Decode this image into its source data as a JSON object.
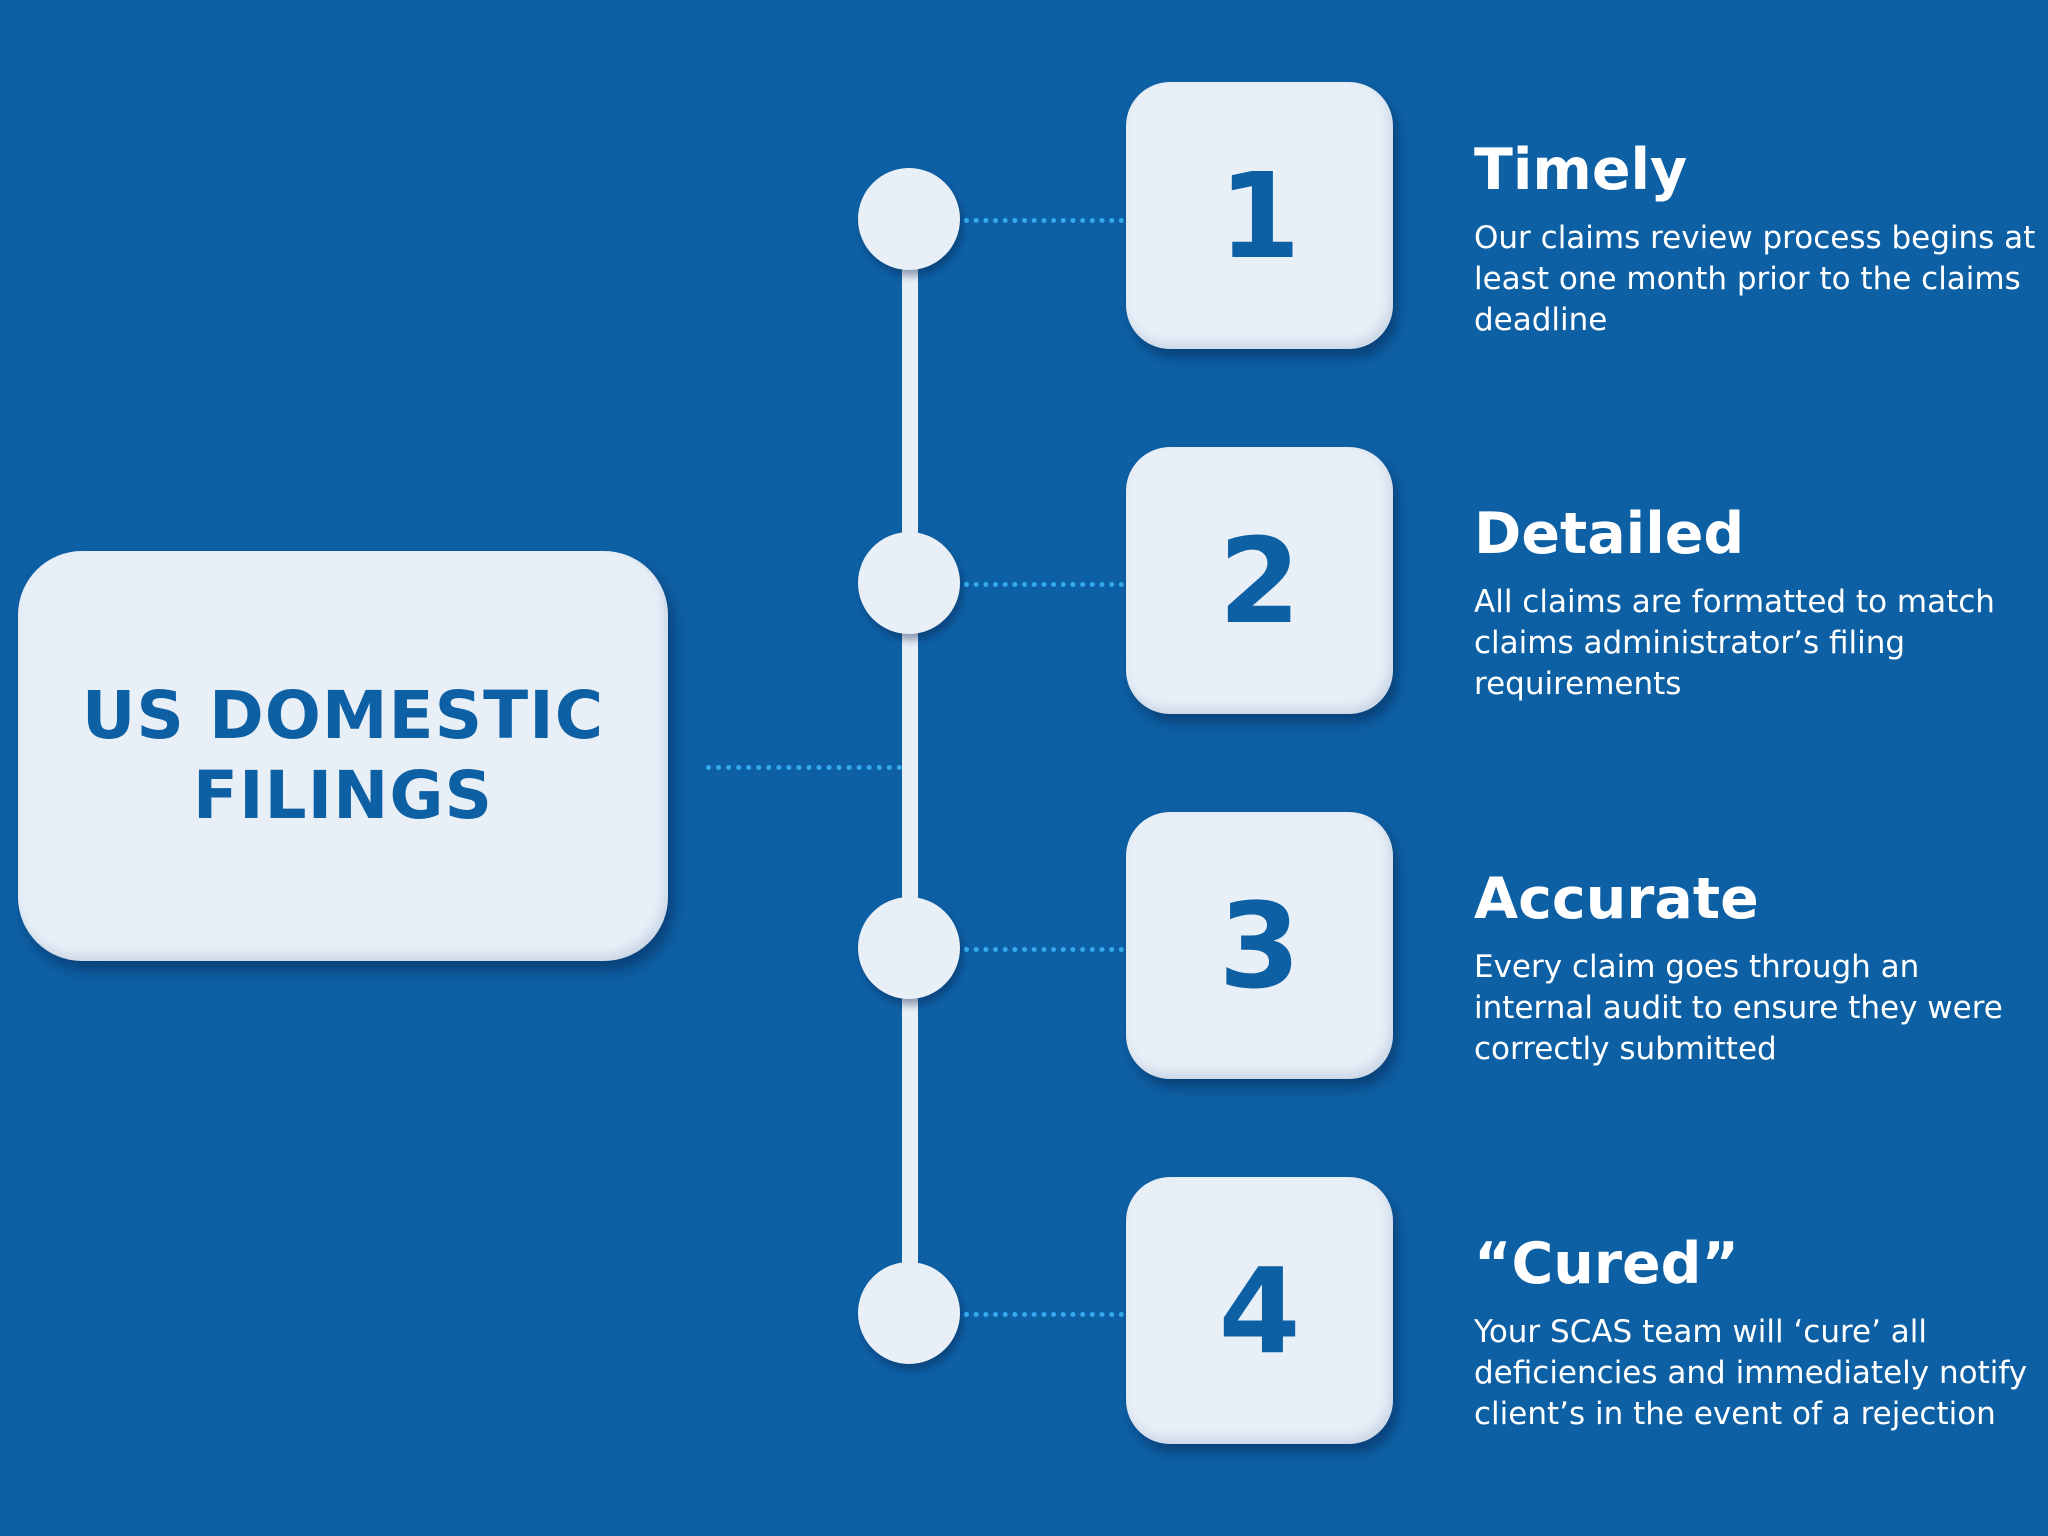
{
  "main": {
    "title_line1": "US DOMESTIC",
    "title_line2": "FILINGS"
  },
  "steps": [
    {
      "number": "1",
      "heading": "Timely",
      "description": "Our claims review process begins at least one month prior to the claims deadline"
    },
    {
      "number": "2",
      "heading": "Detailed",
      "description": "All claims are formatted to match claims administrator’s filing requirements"
    },
    {
      "number": "3",
      "heading": "Accurate",
      "description": "Every claim goes through an internal audit to ensure they were correctly submitted"
    },
    {
      "number": "4",
      "heading": "“Cured”",
      "description": "Your SCAS team will ‘cure’ all deficiencies and immediately notify client’s in the event of a rejection"
    }
  ],
  "colors": {
    "background": "#0e60a5",
    "card": "#e8eff7",
    "accent_text": "#0e60a5",
    "connector": "#35a8ee",
    "body_text": "#ffffff"
  }
}
